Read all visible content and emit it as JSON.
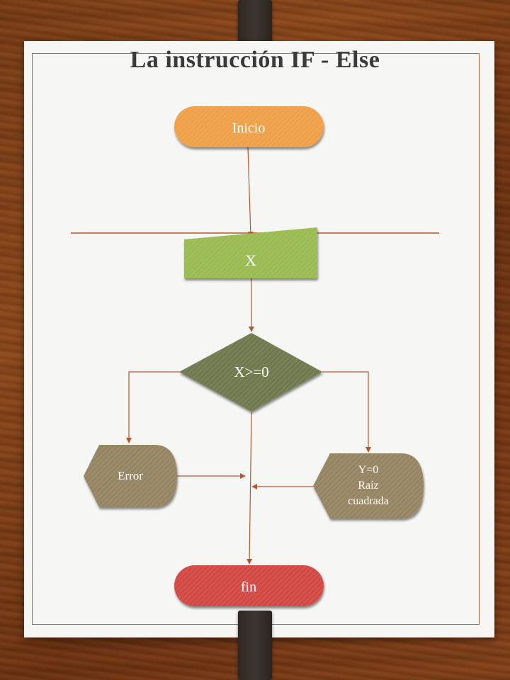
{
  "title": "La instrucción IF - Else",
  "nodes": {
    "start": {
      "label": "Inicio",
      "color": "#f0a04a"
    },
    "input": {
      "label": "X",
      "color": "#9bbb52"
    },
    "decision": {
      "label": "X>=0",
      "color": "#6f7a50"
    },
    "error": {
      "label": "Error",
      "color": "#958564"
    },
    "process": {
      "line1": "Y=0",
      "line2": "Raíz",
      "line3": "cuadrada",
      "color": "#958564"
    },
    "end": {
      "label": "fin",
      "color": "#d24a44"
    }
  },
  "colors": {
    "connector": "#b8572a",
    "frame": "#b9673a",
    "background": "#7a3d16"
  }
}
